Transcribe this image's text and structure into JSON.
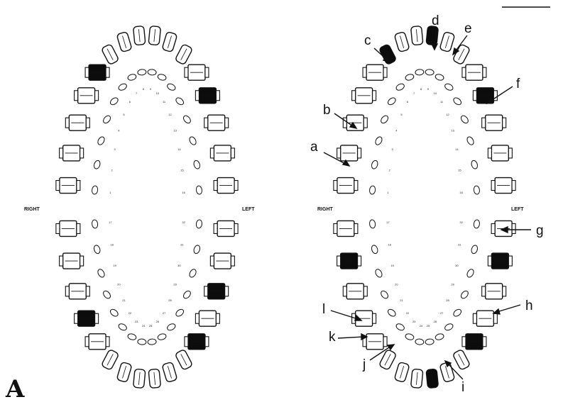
{
  "panel_label": "A",
  "charts": [
    {
      "side_left": "RIGHT",
      "side_right": "LEFT"
    },
    {
      "side_left": "RIGHT",
      "side_right": "LEFT"
    }
  ],
  "callouts": [
    "a",
    "b",
    "c",
    "d",
    "e",
    "f",
    "g",
    "h",
    "i",
    "j",
    "k",
    "l"
  ],
  "colors": {
    "ink": "#111111",
    "paper": "#ffffff",
    "filled": "#0c0c0c"
  },
  "tooth_numbers": [
    "1",
    "2",
    "3",
    "4",
    "5",
    "6",
    "7",
    "8",
    "9",
    "10",
    "11",
    "12",
    "13",
    "14",
    "15",
    "16",
    "17",
    "18",
    "19",
    "20",
    "21",
    "22",
    "23",
    "24",
    "25",
    "26",
    "27",
    "28",
    "29",
    "30",
    "31",
    "32"
  ]
}
